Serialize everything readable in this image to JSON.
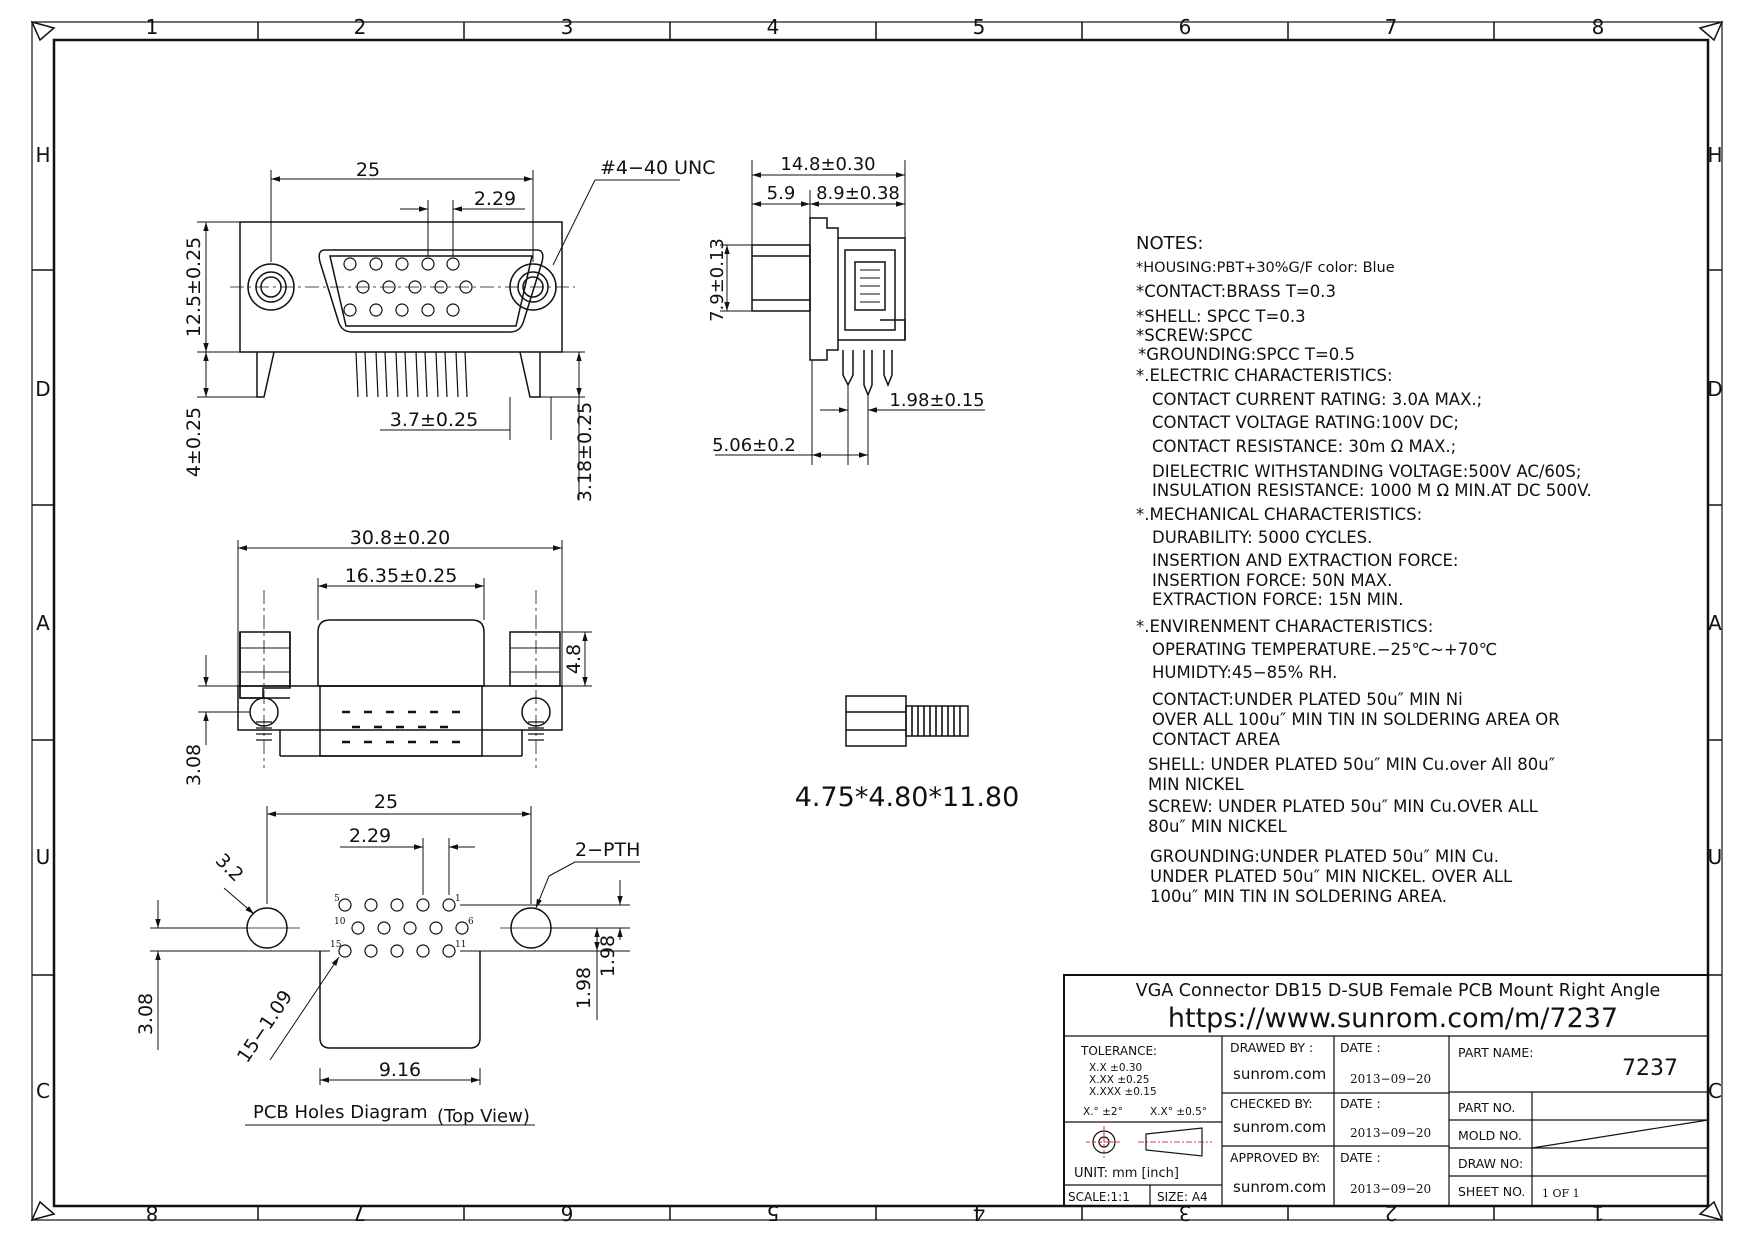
{
  "frame": {
    "top_numbers": [
      "1",
      "2",
      "3",
      "4",
      "5",
      "6",
      "7",
      "8"
    ],
    "bottom_numbers": [
      "8",
      "7",
      "6",
      "5",
      "4",
      "3",
      "2",
      "1"
    ],
    "side_letters": [
      "H",
      "D",
      "A",
      "U",
      "C"
    ]
  },
  "front_view": {
    "dim_width": "25",
    "dim_pitch": "2.29",
    "dim_thread": "#4−40  UNC",
    "dim_height": "12.5±0.25",
    "dim_pin_len": "4±0.25",
    "dim_pin_offset": "3.7±0.25",
    "dim_pin_spacing": "3.18±0.25"
  },
  "side_view": {
    "dim_depth": "14.8±0.30",
    "dim_front": "5.9",
    "dim_rear": "8.9±0.38",
    "dim_height": "7.9±0.13",
    "dim_pin_pitch": "1.98±0.15",
    "dim_pin_offset": "5.06±0.2"
  },
  "top_view": {
    "dim_overall": "30.8±0.20",
    "dim_shell": "16.35±0.25",
    "dim_nut_h": "4.8",
    "dim_offset": "3.08"
  },
  "standoff": {
    "dims": "4.75*4.80*11.80"
  },
  "pcb_view": {
    "dim_width": "25",
    "dim_pitch": "2.29",
    "dim_hole_dia": "3.2",
    "dim_pth": "2−PTH",
    "dim_row1": "1.98",
    "dim_row2": "1.98",
    "dim_offset": "3.08",
    "dim_holes": "15−1.09",
    "dim_shell": "9.16",
    "caption": "PCB  Holes  Diagram",
    "caption_sub": "(Top  View)",
    "pin_numbers": [
      "5",
      "1",
      "10",
      "6",
      "15",
      "11"
    ]
  },
  "notes": {
    "title": "NOTES:",
    "lines": [
      "*HOUSING:PBT+30%G/F    color:  Blue",
      "*CONTACT:BRASS    T=0.3",
      "*SHELL:  SPCC      T=0.3",
      "*SCREW:SPCC",
      "*GROUNDING:SPCC  T=0.5",
      "*.ELECTRIC  CHARACTERISTICS:",
      "CONTACT  CURRENT  RATING:  3.0A  MAX.;",
      "CONTACT  VOLTAGE  RATING:100V  DC;",
      "CONTACT  RESISTANCE:  30m Ω   MAX.;",
      "DIELECTRIC  WITHSTANDING  VOLTAGE:500V  AC/60S;",
      "INSULATION  RESISTANCE:  1000  M Ω      MIN.AT  DC  500V.",
      "*.MECHANICAL  CHARACTERISTICS:",
      "DURABILITY:  5000  CYCLES.",
      "INSERTION  AND  EXTRACTION  FORCE:",
      "INSERTION  FORCE:      50N  MAX.",
      "EXTRACTION  FORCE:  15N  MIN.",
      "*.ENVIRENMENT  CHARACTERISTICS:",
      "OPERATING  TEMPERATURE.−25℃~+70℃",
      "HUMIDTY:45−85%  RH.",
      "CONTACT:UNDER    PLATED  50u″ MIN Ni",
      "OVER  ALL  100u″ MIN  TIN  IN  SOLDERING  AREA  OR",
      "CONTACT  AREA",
      "SHELL:  UNDER  PLATED  50u″ MIN  Cu.over  All  80u″",
      "MIN  NICKEL",
      "SCREW:  UNDER  PLATED  50u″ MIN  Cu.OVER  ALL",
      "80u″ MIN  NICKEL",
      "GROUNDING:UNDER    PLATED  50u″ MIN Cu.",
      "UNDER    PLATED  50u″ MIN  NICKEL.  OVER  ALL",
      "100u″ MIN  TIN  IN  SOLDERING  AREA."
    ]
  },
  "title_block": {
    "title": "VGA Connector DB15 D-SUB Female  PCB Mount Right Angle",
    "url": "https://www.sunrom.com/m/7237",
    "tolerance_label": "TOLERANCE:",
    "tol_x": "X.X      ±0.30",
    "tol_xx": "X.XX    ±0.25",
    "tol_xxx": "X.XXX  ±0.15",
    "tol_angle1": "X.°  ±2°",
    "tol_angle2": "X.X°  ±0.5°",
    "unit": "UNIT:  mm  [inch]",
    "scale": "SCALE:1:1",
    "size": "SIZE:  A4",
    "drawed_by_label": "DRAWED  BY :",
    "drawed_by": "sunrom.com",
    "checked_by_label": "CHECKED  BY:",
    "checked_by": "sunrom.com",
    "approved_by_label": "APPROVED  BY:",
    "approved_by": "sunrom.com",
    "date_label": "DATE  :",
    "date1": "2013−09−20",
    "date2": "2013−09−20",
    "date3": "2013−09−20",
    "part_name_label": "PART  NAME:",
    "part_name": "7237",
    "part_no_label": "PART  NO.",
    "mold_no_label": "MOLD  NO.",
    "draw_no_label": "DRAW  NO:",
    "sheet_no_label": "SHEET  NO.",
    "sheet_no": "1  OF  1"
  }
}
